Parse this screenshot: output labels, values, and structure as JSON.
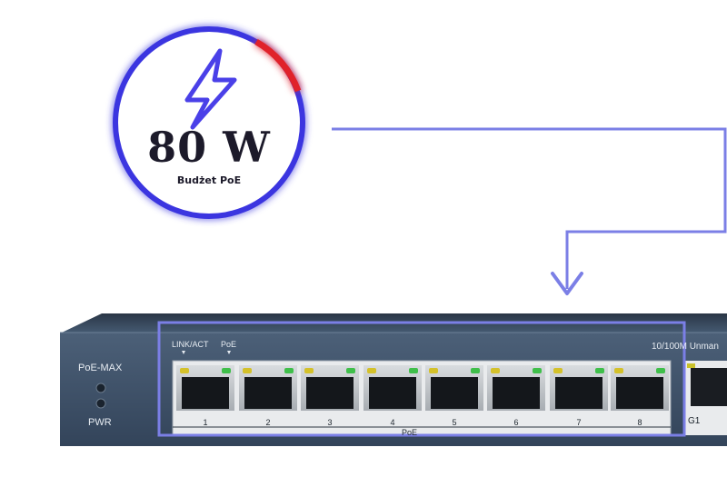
{
  "badge": {
    "value": "80 W",
    "caption": "Budżet PoE",
    "icon": "lightning-bolt-icon",
    "ring_color": "#3a36e0",
    "accent_color": "#e0202a",
    "bolt_color": "#4a40e8"
  },
  "switch": {
    "panel_color": "#3b4d63",
    "left_labels": {
      "poe_max": "PoE-MAX",
      "pwr": "PWR"
    },
    "led_labels": {
      "link_act": "LINK/ACT",
      "poe": "PoE"
    },
    "model_text": "10/100M Unman",
    "poe_group_label": "PoE",
    "uplink_label": "G1",
    "ports": [
      {
        "number": "1"
      },
      {
        "number": "2"
      },
      {
        "number": "3"
      },
      {
        "number": "4"
      },
      {
        "number": "5"
      },
      {
        "number": "6"
      },
      {
        "number": "7"
      },
      {
        "number": "8"
      }
    ]
  },
  "highlight": {
    "color": "#7b7fe6",
    "target": "ports 1-8"
  }
}
